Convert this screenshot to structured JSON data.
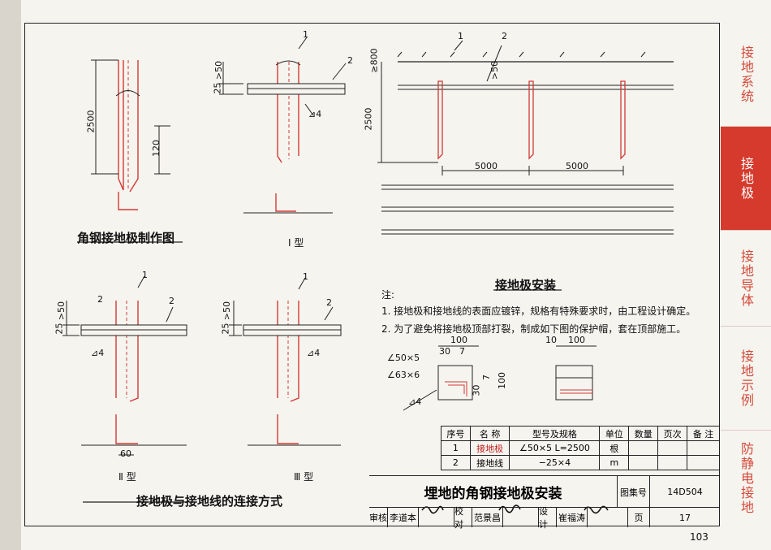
{
  "captions": {
    "fabrication": "角钢接地极制作图",
    "type1": "Ⅰ 型",
    "type2": "Ⅱ 型",
    "type3": "Ⅲ 型",
    "connection": "接地极与接地线的连接方式",
    "installation": "接地极安装"
  },
  "dimensions": {
    "d2500": "2500",
    "d120": "120",
    "d25": "25",
    "d50": ">50",
    "d800": "≥800",
    "d5000": "5000",
    "d60": "60",
    "d100": "100",
    "d30": "30",
    "d7": "7",
    "d10": "10",
    "weld": "4",
    "angle_small": "∠50×5",
    "angle_large": "∠63×6",
    "label1": "1",
    "label2": "2"
  },
  "notes": {
    "heading": "注:",
    "item1": "1. 接地极和接地线的表面应镀锌，规格有特殊要求时，由工程设计确定。",
    "item2": "2. 为了避免将接地极顶部打裂，制成如下图的保护帽，套在顶部施工。"
  },
  "spec_table": {
    "headers": [
      "序号",
      "名  称",
      "型号及规格",
      "单位",
      "数量",
      "页次",
      "备  注"
    ],
    "rows": [
      [
        "1",
        "接地极",
        "∠50×5    L=2500",
        "根",
        "",
        "",
        ""
      ],
      [
        "2",
        "接地线",
        "−25×4",
        "m",
        "",
        "",
        ""
      ]
    ]
  },
  "title_block": {
    "title": "埋地的角钢接地极安装",
    "atlas_label": "图集号",
    "atlas_no": "14D504",
    "review_label": "审核",
    "reviewer": "李道本",
    "check_label": "校对",
    "checker": "范景昌",
    "design_label": "设计",
    "designer": "崔福涛",
    "page_label": "页",
    "page_no": "17"
  },
  "book_page": "103",
  "tabs": [
    {
      "label": "接地系统",
      "active": false
    },
    {
      "label": "接地极",
      "active": true
    },
    {
      "label": "接地导体",
      "active": false
    },
    {
      "label": "接地示例",
      "active": false
    },
    {
      "label": "防静电接地",
      "active": false
    }
  ],
  "colors": {
    "accent": "#d63a2c",
    "line": "#222222",
    "steel": "#d23a34"
  }
}
